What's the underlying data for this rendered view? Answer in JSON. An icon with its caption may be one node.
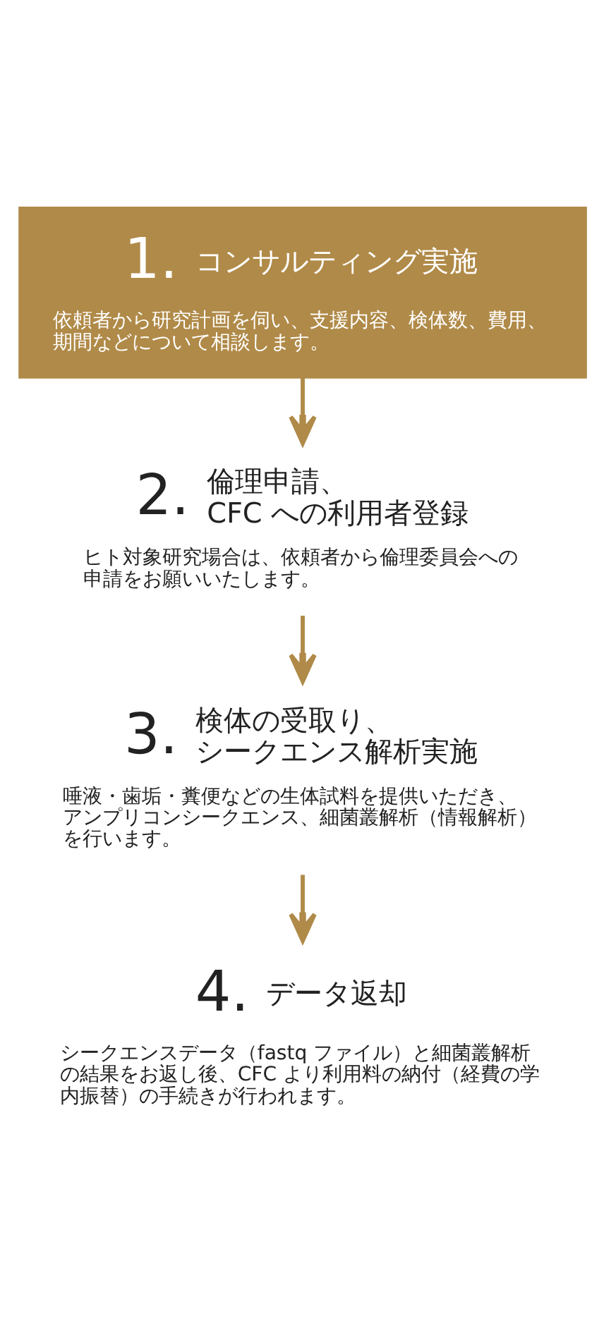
{
  "diagram": {
    "nodes": [
      {
        "text": [
          "1.",
          "コンサルティング実施",
          "依頼者から研究計画を伺い、支援内容、検体数、費用、期間などについて相談します。"
        ]
      },
      {
        "text": [
          "2.",
          "倫理申請、CFC への利用者登録",
          "ヒト対象研究場合は、依頼者から倫理委員会への申請をお願いいたします。"
        ]
      },
      {
        "text": [
          "3.",
          "検体の受取り、シークエンス解析実施",
          "唾液・歯垢・糞便などの生体試料を提供いただき、アンプリコンシークエンス、細菌叢解析（情報解析）を行います。"
        ]
      },
      {
        "text": [
          "4.",
          "データ返却",
          "シークエンスデータ（fastq ファイル）と細菌叢解析の結果をお返し後、CFC より利用料の納付（経費の学内振替）の手続きが行われます。"
        ]
      }
    ],
    "edges": [
      {
        "from": 0,
        "to": 1,
        "arrow": "to"
      },
      {
        "from": 1,
        "to": 2,
        "arrow": "to"
      },
      {
        "from": 2,
        "to": 3,
        "arrow": "to"
      }
    ]
  }
}
